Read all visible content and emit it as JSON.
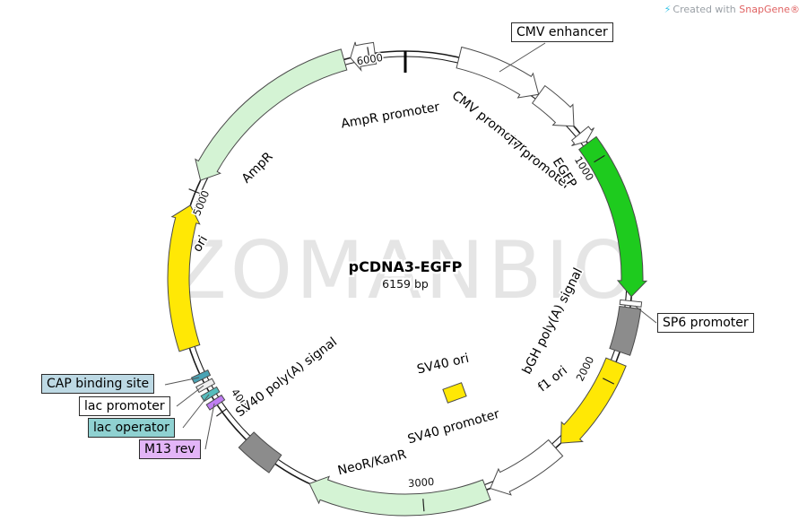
{
  "credit": {
    "icon": "lightning-icon",
    "prefix": "Created with ",
    "brand": "SnapGene®"
  },
  "watermark": "ZOMANBIO",
  "plasmid": {
    "name": "pCDNA3-EGFP",
    "size": "6159 bp"
  },
  "ticks": {
    "t1000": "1000",
    "t2000": "2000",
    "t3000": "3000",
    "t4000": "4000",
    "t5000": "5000",
    "t6000": "6000"
  },
  "features": {
    "cmv_enhancer": {
      "label": "CMV enhancer",
      "color": "#ffffff"
    },
    "cmv_promoter": {
      "label": "CMV promoter",
      "color": "#ffffff"
    },
    "t7_promoter": {
      "label": "T7 promoter",
      "color": "#ffffff"
    },
    "egfp": {
      "label": "EGFP",
      "color": "#1ecb1e"
    },
    "sp6_promoter": {
      "label": "SP6 promoter",
      "color": "#ffffff"
    },
    "bgh_polya": {
      "label": "bGH poly(A) signal",
      "color": "#8c8c8c"
    },
    "f1_ori": {
      "label": "f1 ori",
      "color": "#ffe805"
    },
    "sv40_promoter": {
      "label": "SV40 promoter",
      "color": "#ffffff"
    },
    "sv40_ori": {
      "label": "SV40 ori",
      "color": "#ffe805"
    },
    "neor_kanr": {
      "label": "NeoR/KanR",
      "color": "#d4f3d4"
    },
    "sv40_polya": {
      "label": "SV40 poly(A) signal",
      "color": "#8c8c8c"
    },
    "cap_binding_site": {
      "label": "CAP binding site",
      "color": "#4aa3b4",
      "label_bg": "#bdd9e4"
    },
    "lac_promoter": {
      "label": "lac promoter",
      "color": "#efefef",
      "label_bg": "#ffffff"
    },
    "lac_operator": {
      "label": "lac operator",
      "color": "#56bcbc",
      "label_bg": "#8fd1d1"
    },
    "m13_rev": {
      "label": "M13 rev",
      "color": "#bf7ef2",
      "label_bg": "#e3b5f7"
    },
    "ori": {
      "label": "ori",
      "color": "#ffe805"
    },
    "ampr": {
      "label": "AmpR",
      "color": "#d4f3d4"
    },
    "ampr_promoter": {
      "label": "AmpR promoter",
      "color": "#ffffff"
    }
  }
}
